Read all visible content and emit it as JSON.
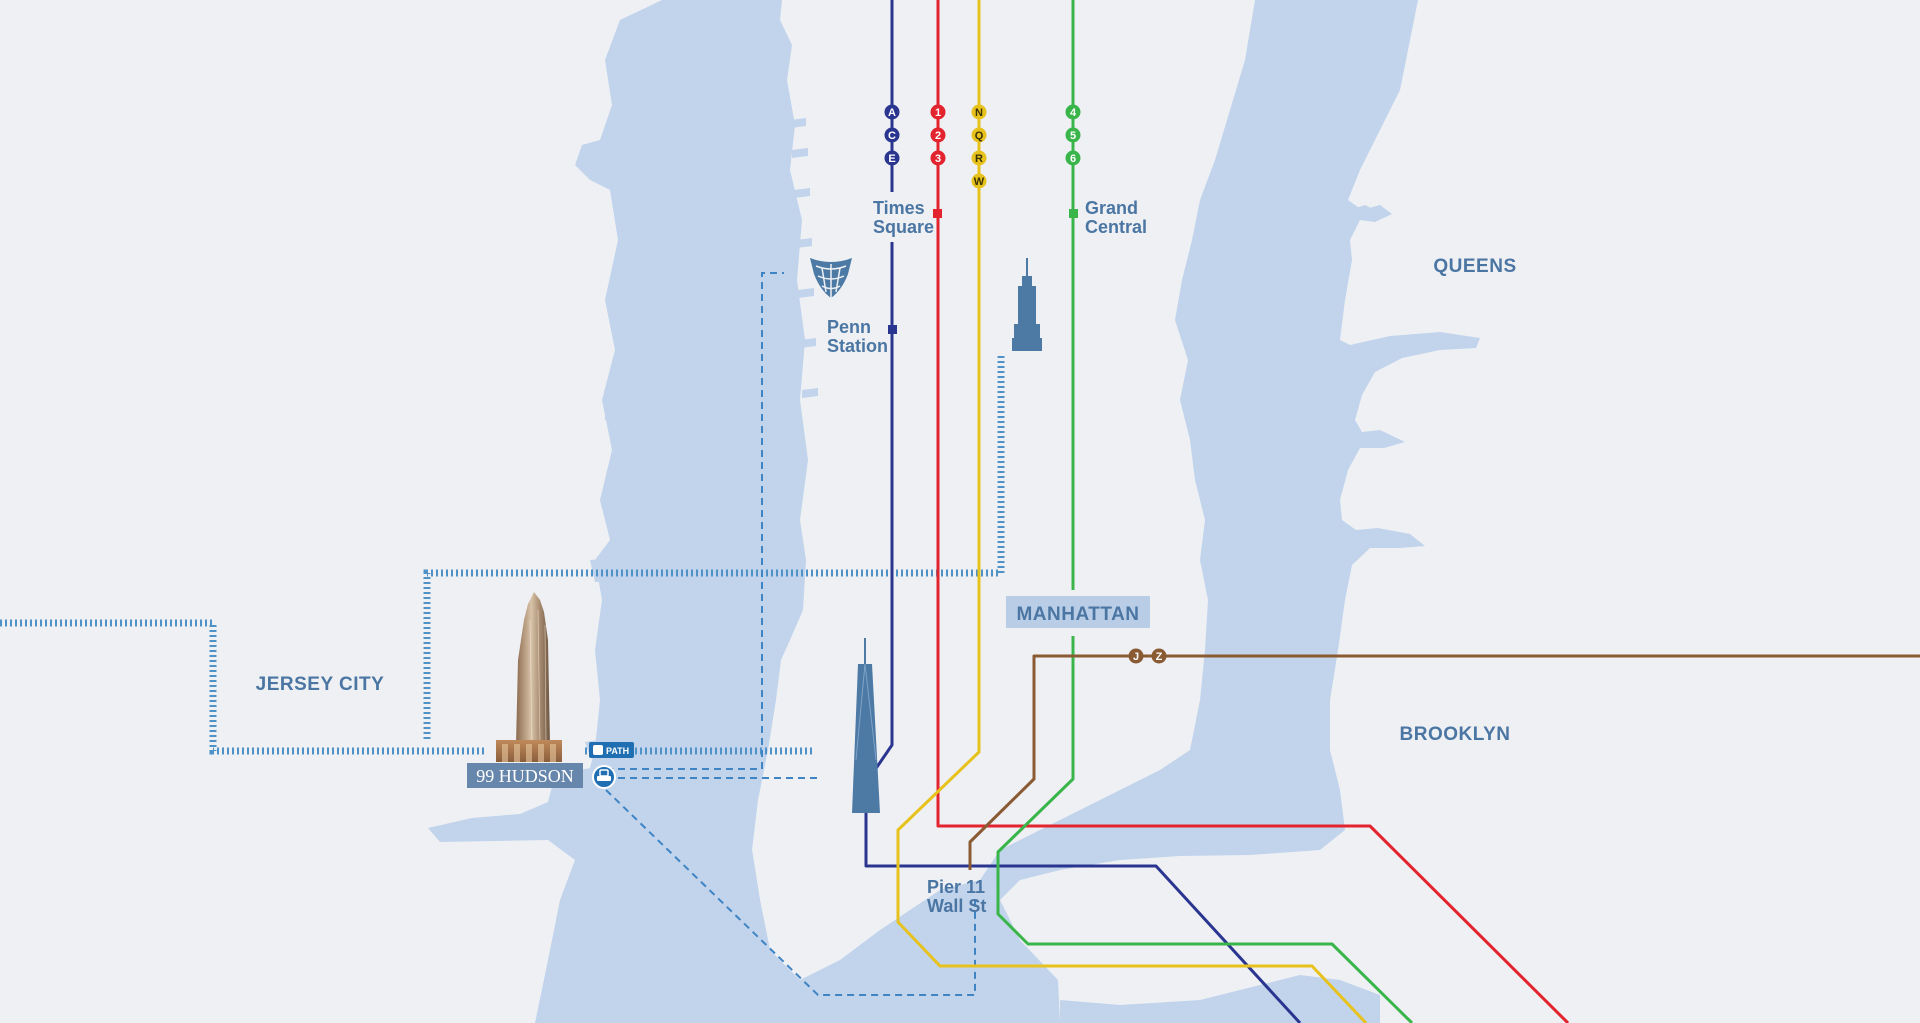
{
  "colors": {
    "background": "#eef0f4",
    "water": "#c1d4ec",
    "label": "#4b76a3",
    "ace_line": "#2a3590",
    "line_123": "#e3232d",
    "nqrw_line": "#e8c21c",
    "line_456": "#39b54a",
    "jz_line": "#8a5a32",
    "path_route": "#4f92c8",
    "ferry_route": "#3f84c4",
    "building": "#4d7aa5"
  },
  "areas": {
    "queens": "QUEENS",
    "brooklyn": "BROOKLYN",
    "jersey_city": "JERSEY CITY",
    "manhattan": "MANHATTAN"
  },
  "stations": {
    "times_square": [
      "Times",
      "Square"
    ],
    "grand_central": [
      "Grand",
      "Central"
    ],
    "penn_station": [
      "Penn",
      "Station"
    ],
    "pier_11": [
      "Pier 11",
      "Wall St"
    ]
  },
  "lines": {
    "ace": [
      "A",
      "C",
      "E"
    ],
    "one_two_three": [
      "1",
      "2",
      "3"
    ],
    "nqrw": [
      "N",
      "Q",
      "R",
      "W"
    ],
    "four_five_six": [
      "4",
      "5",
      "6"
    ],
    "jz": [
      "J",
      "Z"
    ]
  },
  "property": {
    "name": "99 HUDSON"
  },
  "badges": {
    "path": "PATH"
  },
  "icons": {
    "ferry": "ferry-icon",
    "path": "path-logo-icon",
    "vessel": "vessel-landmark-icon",
    "empire_state": "empire-state-building-icon",
    "one_wtc": "one-world-trade-center-icon",
    "tower": "99-hudson-tower-image"
  }
}
